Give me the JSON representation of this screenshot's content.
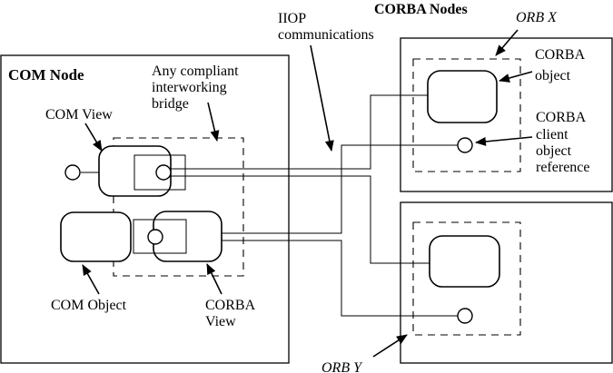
{
  "labels": {
    "com_node": "COM Node",
    "bridge_line1": "Any compliant",
    "bridge_line2": "interworking",
    "bridge_line3": "bridge",
    "com_view": "COM View",
    "com_object": "COM Object",
    "corba_view_line1": "CORBA",
    "corba_view_line2": "View",
    "iiop_line1": "IIOP",
    "iiop_line2": "communications",
    "corba_nodes": "CORBA Nodes",
    "orb_x": "ORB X",
    "orb_y": "ORB Y",
    "corba_object_line1": "CORBA",
    "corba_object_line2": "object",
    "client_ref_line1": "CORBA",
    "client_ref_line2": "client",
    "client_ref_line3": "object",
    "client_ref_line4": "reference"
  }
}
